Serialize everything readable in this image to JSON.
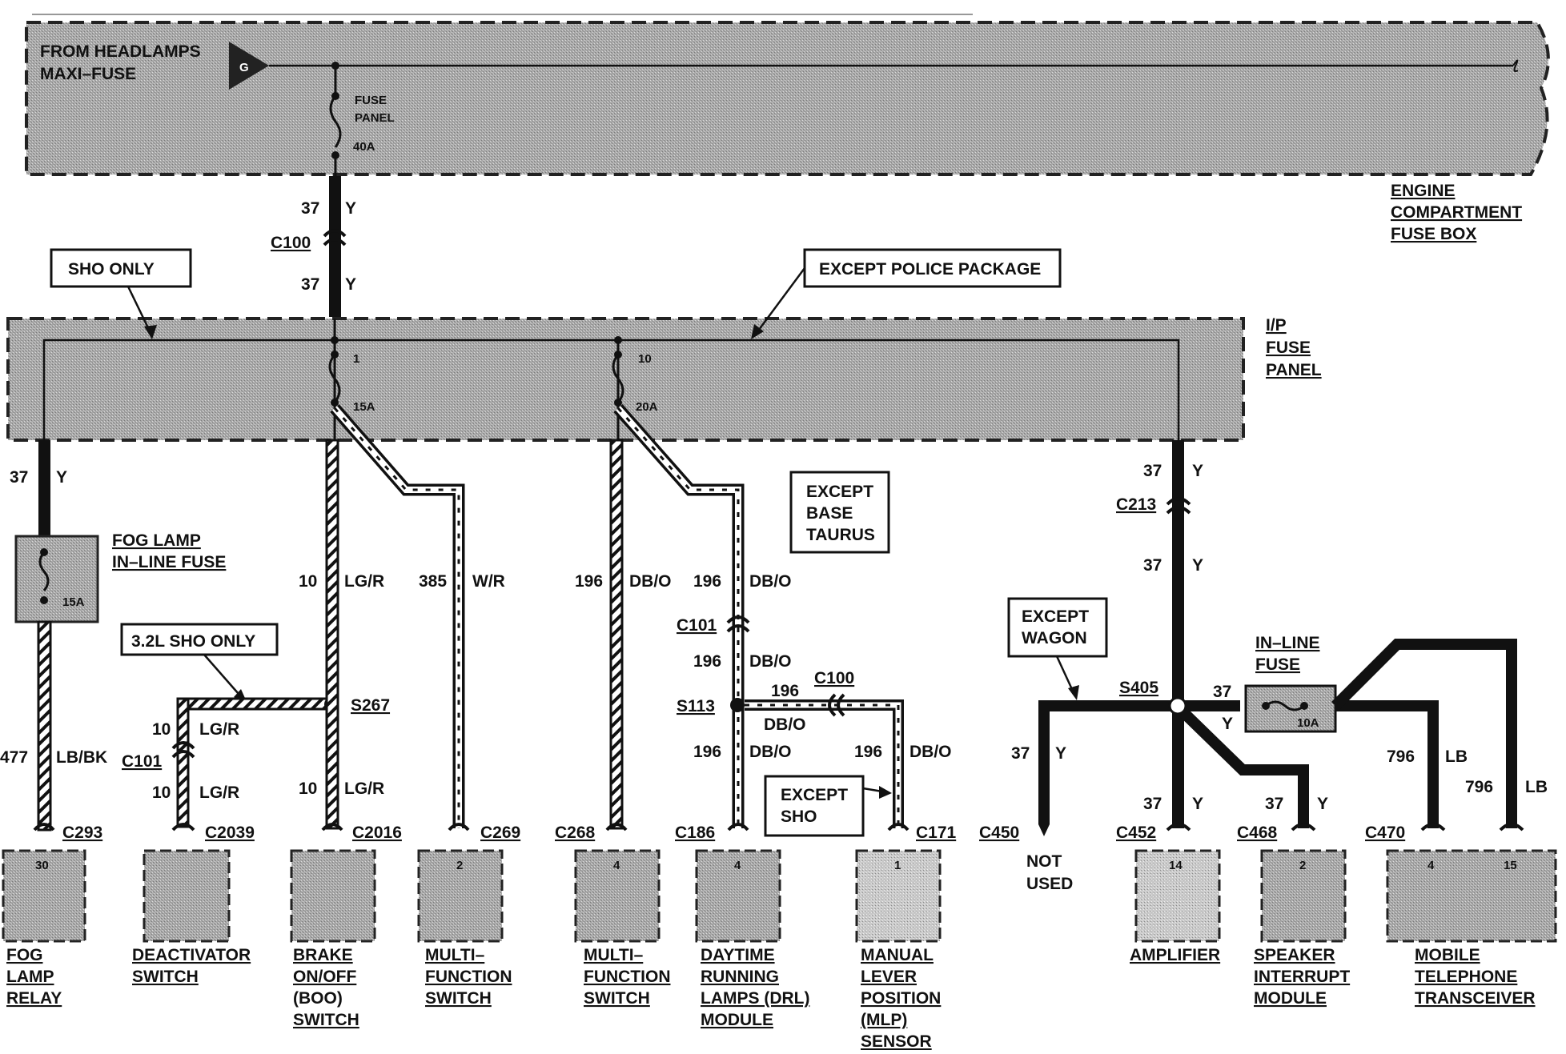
{
  "engine_box": {
    "source_line1": "FROM HEADLAMPS",
    "source_line2": "MAXI–FUSE",
    "source_badge": "G",
    "fuse_line1": "FUSE",
    "fuse_line2": "PANEL",
    "fuse_rating": "40A",
    "box_line1": "ENGINE",
    "box_line2": "COMPARTMENT",
    "box_line3": "FUSE BOX"
  },
  "feed": {
    "circuit": "37",
    "color": "Y",
    "connector": "C100"
  },
  "ip_panel": {
    "line1": "I/P",
    "line2": "FUSE",
    "line3": "PANEL",
    "fuse1_num": "1",
    "fuse1_rating": "15A",
    "fuse10_num": "10",
    "fuse10_rating": "20A"
  },
  "notes": {
    "sho_only": "SHO ONLY",
    "except_police": "EXCEPT POLICE PACKAGE",
    "except_base_1": "EXCEPT",
    "except_base_2": "BASE",
    "except_base_3": "TAURUS",
    "sho32": "3.2L SHO ONLY",
    "except_wagon_1": "EXCEPT",
    "except_wagon_2": "WAGON",
    "except_sho_1": "EXCEPT",
    "except_sho_2": "SHO"
  },
  "fog_fuse": {
    "line1": "FOG LAMP",
    "line2": "IN–LINE FUSE",
    "rating": "15A"
  },
  "inline_fuse": {
    "line1": "IN–LINE",
    "line2": "FUSE",
    "rating": "10A"
  },
  "wires": {
    "w37": "37",
    "y": "Y",
    "w477": "477",
    "lbbk": "LB/BK",
    "w10": "10",
    "lgr": "LG/R",
    "w385": "385",
    "wr": "W/R",
    "w196": "196",
    "dbo": "DB/O",
    "w796": "796",
    "lb": "LB"
  },
  "connectors": {
    "c293": "C293",
    "c2039": "C2039",
    "c2016": "C2016",
    "c269": "C269",
    "c268": "C268",
    "c186": "C186",
    "c171": "C171",
    "c101": "C101",
    "c100": "C100",
    "c213": "C213",
    "c450": "C450",
    "c452": "C452",
    "c468": "C468",
    "c470": "C470"
  },
  "splices": {
    "s267": "S267",
    "s113": "S113",
    "s405": "S405"
  },
  "components": {
    "fog_relay": {
      "pin": "30",
      "l1": "FOG",
      "l2": "LAMP",
      "l3": "RELAY"
    },
    "deactivator": {
      "l1": "DEACTIVATOR",
      "l2": "SWITCH"
    },
    "boo": {
      "l1": "BRAKE",
      "l2": "ON/OFF",
      "l3": "(BOO)",
      "l4": "SWITCH"
    },
    "mfs1": {
      "pin": "2",
      "l1": "MULTI–",
      "l2": "FUNCTION",
      "l3": "SWITCH"
    },
    "mfs2": {
      "pin": "4",
      "l1": "MULTI–",
      "l2": "FUNCTION",
      "l3": "SWITCH"
    },
    "drl": {
      "pin": "4",
      "l1": "DAYTIME",
      "l2": "RUNNING",
      "l3": "LAMPS (DRL)",
      "l4": "MODULE"
    },
    "mlp": {
      "pin": "1",
      "l1": "MANUAL",
      "l2": "LEVER",
      "l3": "POSITION",
      "l4": "(MLP)",
      "l5": "SENSOR"
    },
    "not_used": {
      "l1": "NOT",
      "l2": "USED"
    },
    "amplifier": {
      "pin": "14",
      "l1": "AMPLIFIER"
    },
    "speaker": {
      "pin": "2",
      "l1": "SPEAKER",
      "l2": "INTERRUPT",
      "l3": "MODULE"
    },
    "phone": {
      "pin_a": "4",
      "pin_b": "15",
      "l1": "MOBILE",
      "l2": "TELEPHONE",
      "l3": "TRANSCEIVER"
    }
  }
}
